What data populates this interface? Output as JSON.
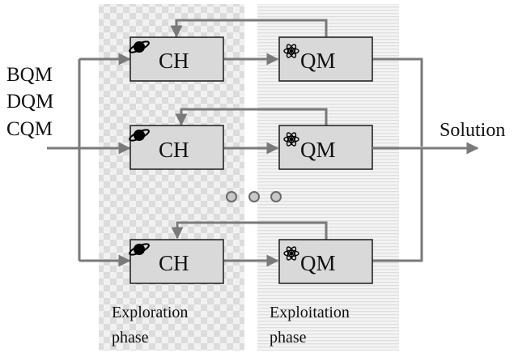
{
  "inputs": [
    "BQM",
    "DQM",
    "CQM"
  ],
  "output_label": "Solution",
  "rows": [
    {
      "classical_label": "CH",
      "quantum_label": "QM"
    },
    {
      "classical_label": "CH",
      "quantum_label": "QM"
    },
    {
      "classical_label": "CH",
      "quantum_label": "QM"
    }
  ],
  "phases": {
    "exploration": {
      "line1": "Exploration",
      "line2": "phase"
    },
    "exploitation": {
      "line1": "Exploitation",
      "line2": "phase"
    }
  },
  "icons": {
    "classical": "planet-icon",
    "quantum": "atom-icon",
    "ellipsis": "ellipsis-dots-icon"
  },
  "colors": {
    "box_fill": "#d9d9d9",
    "box_stroke": "#1a1a1a",
    "connector": "#7a7a7a",
    "ellipsis_fill": "#c8c8c8"
  }
}
